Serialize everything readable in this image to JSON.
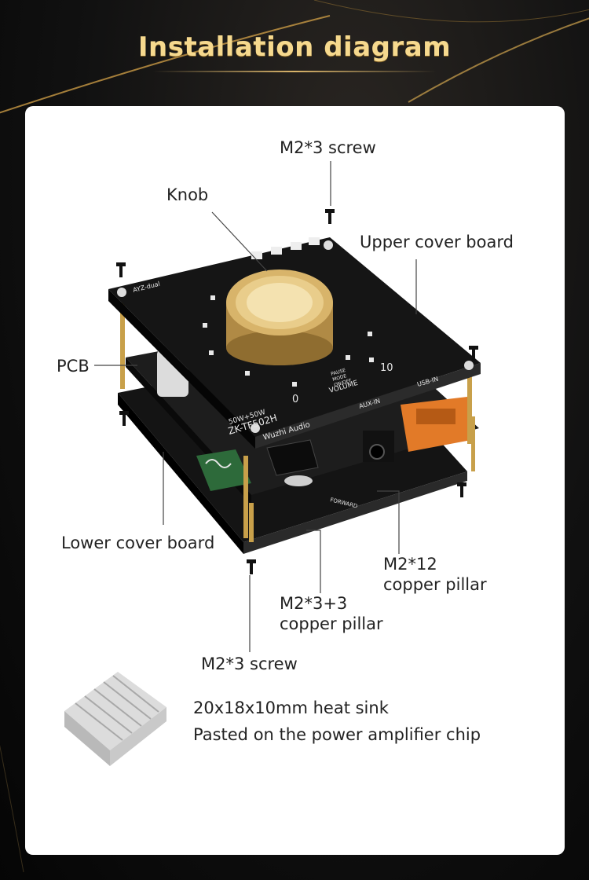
{
  "title": "Installation diagram",
  "labels": {
    "top_screw": "M2*3 screw",
    "knob": "Knob",
    "upper_cover": "Upper cover board",
    "pcb": "PCB",
    "lower_cover": "Lower cover board",
    "pillar12_line1": "M2*12",
    "pillar12_line2": "copper pillar",
    "pillar33_line1": "M2*3+3",
    "pillar33_line2": "copper pillar",
    "bottom_screw": "M2*3 screw",
    "heatsink_line1": "20x18x10mm heat sink",
    "heatsink_line2": "Pasted on the power amplifier chip"
  },
  "board_markings": {
    "model": "ZK-TF502H",
    "power": "50W+50W",
    "brand": "Wuzhi Audio",
    "volume": "VOLUME",
    "vol_min": "0",
    "vol_max": "10",
    "aux": "AUX-IN",
    "usb": "USB-IN",
    "pause": "PAUSE",
    "mode": "MODE",
    "onoff": "ON/OFF",
    "forward": "FORWARD",
    "dual": "AYZ-dual"
  },
  "colors": {
    "gold": "#f6d98e",
    "board": "#151515",
    "pcb": "#1a1a1a",
    "knob": "#c9a45c"
  }
}
